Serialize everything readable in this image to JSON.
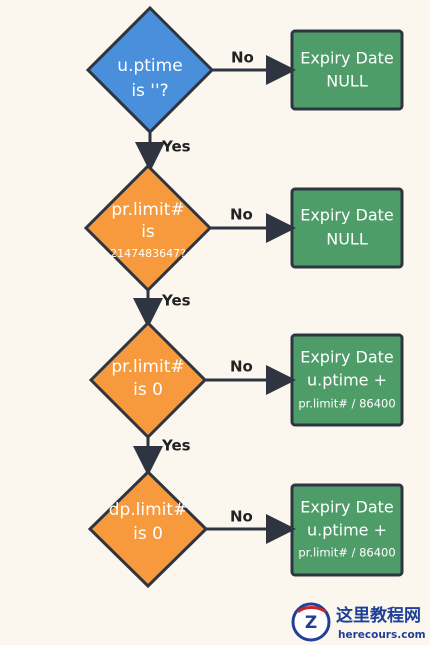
{
  "colors": {
    "background": "#fbf7ee",
    "decision_start": "#4a8fdb",
    "decision": "#f79a3e",
    "result": "#4e9d69",
    "arrow": "#2e3440",
    "watermark": "#1f3f98"
  },
  "flow": {
    "decisions": [
      {
        "line1": "u.ptime",
        "line2": "is ''?",
        "line3": ""
      },
      {
        "line1": "pr.limit#",
        "line2": "is",
        "line3": "2147483647?"
      },
      {
        "line1": "pr.limit#",
        "line2": "is 0",
        "line3": ""
      },
      {
        "line1": "dp.limit#",
        "line2": "is 0",
        "line3": ""
      }
    ],
    "results": [
      {
        "line1": "Expiry Date",
        "line2": "NULL",
        "line3": ""
      },
      {
        "line1": "Expiry Date",
        "line2": "NULL",
        "line3": ""
      },
      {
        "line1": "Expiry Date",
        "line2": "u.ptime +",
        "line3": "pr.limit# / 86400"
      },
      {
        "line1": "Expiry Date",
        "line2": "u.ptime +",
        "line3": "pr.limit# / 86400"
      }
    ],
    "no_labels": [
      "No",
      "No",
      "No",
      "No"
    ],
    "yes_labels": [
      "Yes",
      "Yes",
      "Yes"
    ]
  },
  "watermark": {
    "logo_letter": "Z",
    "title": "这里教程网",
    "url": "herecours.com"
  }
}
